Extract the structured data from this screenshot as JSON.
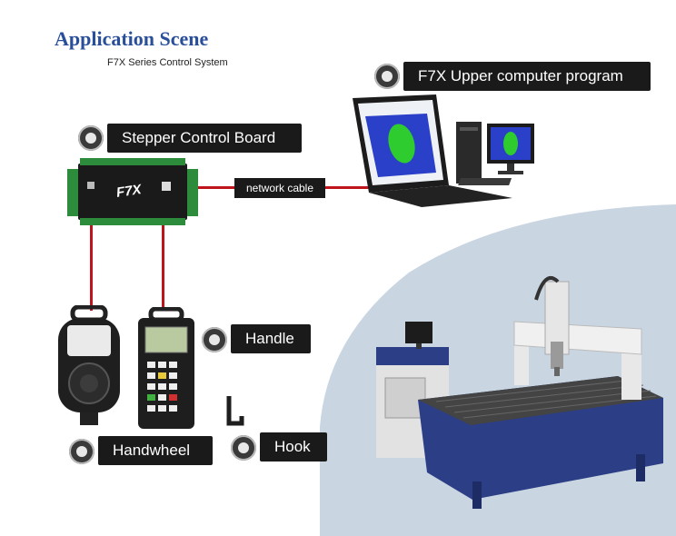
{
  "header": {
    "title": "Application Scene",
    "subtitle": "F7X Series Control System"
  },
  "labels": {
    "upper": "F7X Upper computer program",
    "board": "Stepper Control Board",
    "network": "network cable",
    "handle": "Handle",
    "handwheel": "Handwheel",
    "hook": "Hook"
  },
  "board_model": "F7X",
  "colors": {
    "title": "#2a4f9a",
    "cable": "#c0141c",
    "label_bg": "#1a1a1a",
    "machine_bg": "#c9d6e2",
    "machine_body": "#2c3e86"
  }
}
